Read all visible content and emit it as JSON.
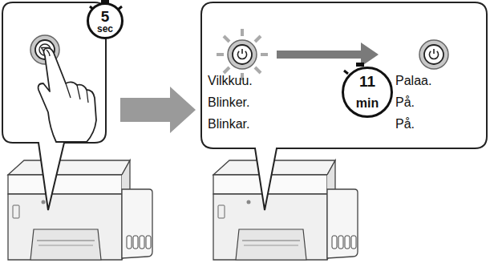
{
  "diagram": {
    "nodes": [
      {
        "text": [
          "5 sec"
        ]
      },
      {
        "text": [
          "Vilkkuu. Blinker. Blinkar.",
          "Palaa. På. På."
        ]
      },
      {
        "text": [
          "11 min"
        ],
        "in": 1
      }
    ]
  }
}
